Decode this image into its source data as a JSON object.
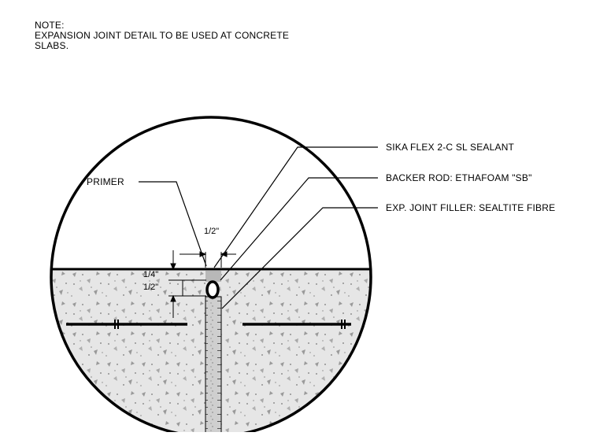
{
  "note": {
    "heading": "NOTE:",
    "line1": "EXPANSION JOINT DETAIL TO BE USED AT CONCRETE",
    "line2": "SLABS."
  },
  "callouts": {
    "primer": "PRIMER",
    "sealant": "SIKA FLEX 2-C SL SEALANT",
    "backer_rod": "BACKER ROD: ETHAFOAM \"SB\"",
    "joint_filler": "EXP. JOINT FILLER: SEALTITE FIBRE"
  },
  "dimensions": {
    "joint_width": "1/2\"",
    "sealant_recess": "1/4\"",
    "sealant_depth": "1/2\""
  },
  "colors": {
    "line": "#000000",
    "concrete": "#e6e6e6",
    "filler": "#cfcfcf"
  }
}
